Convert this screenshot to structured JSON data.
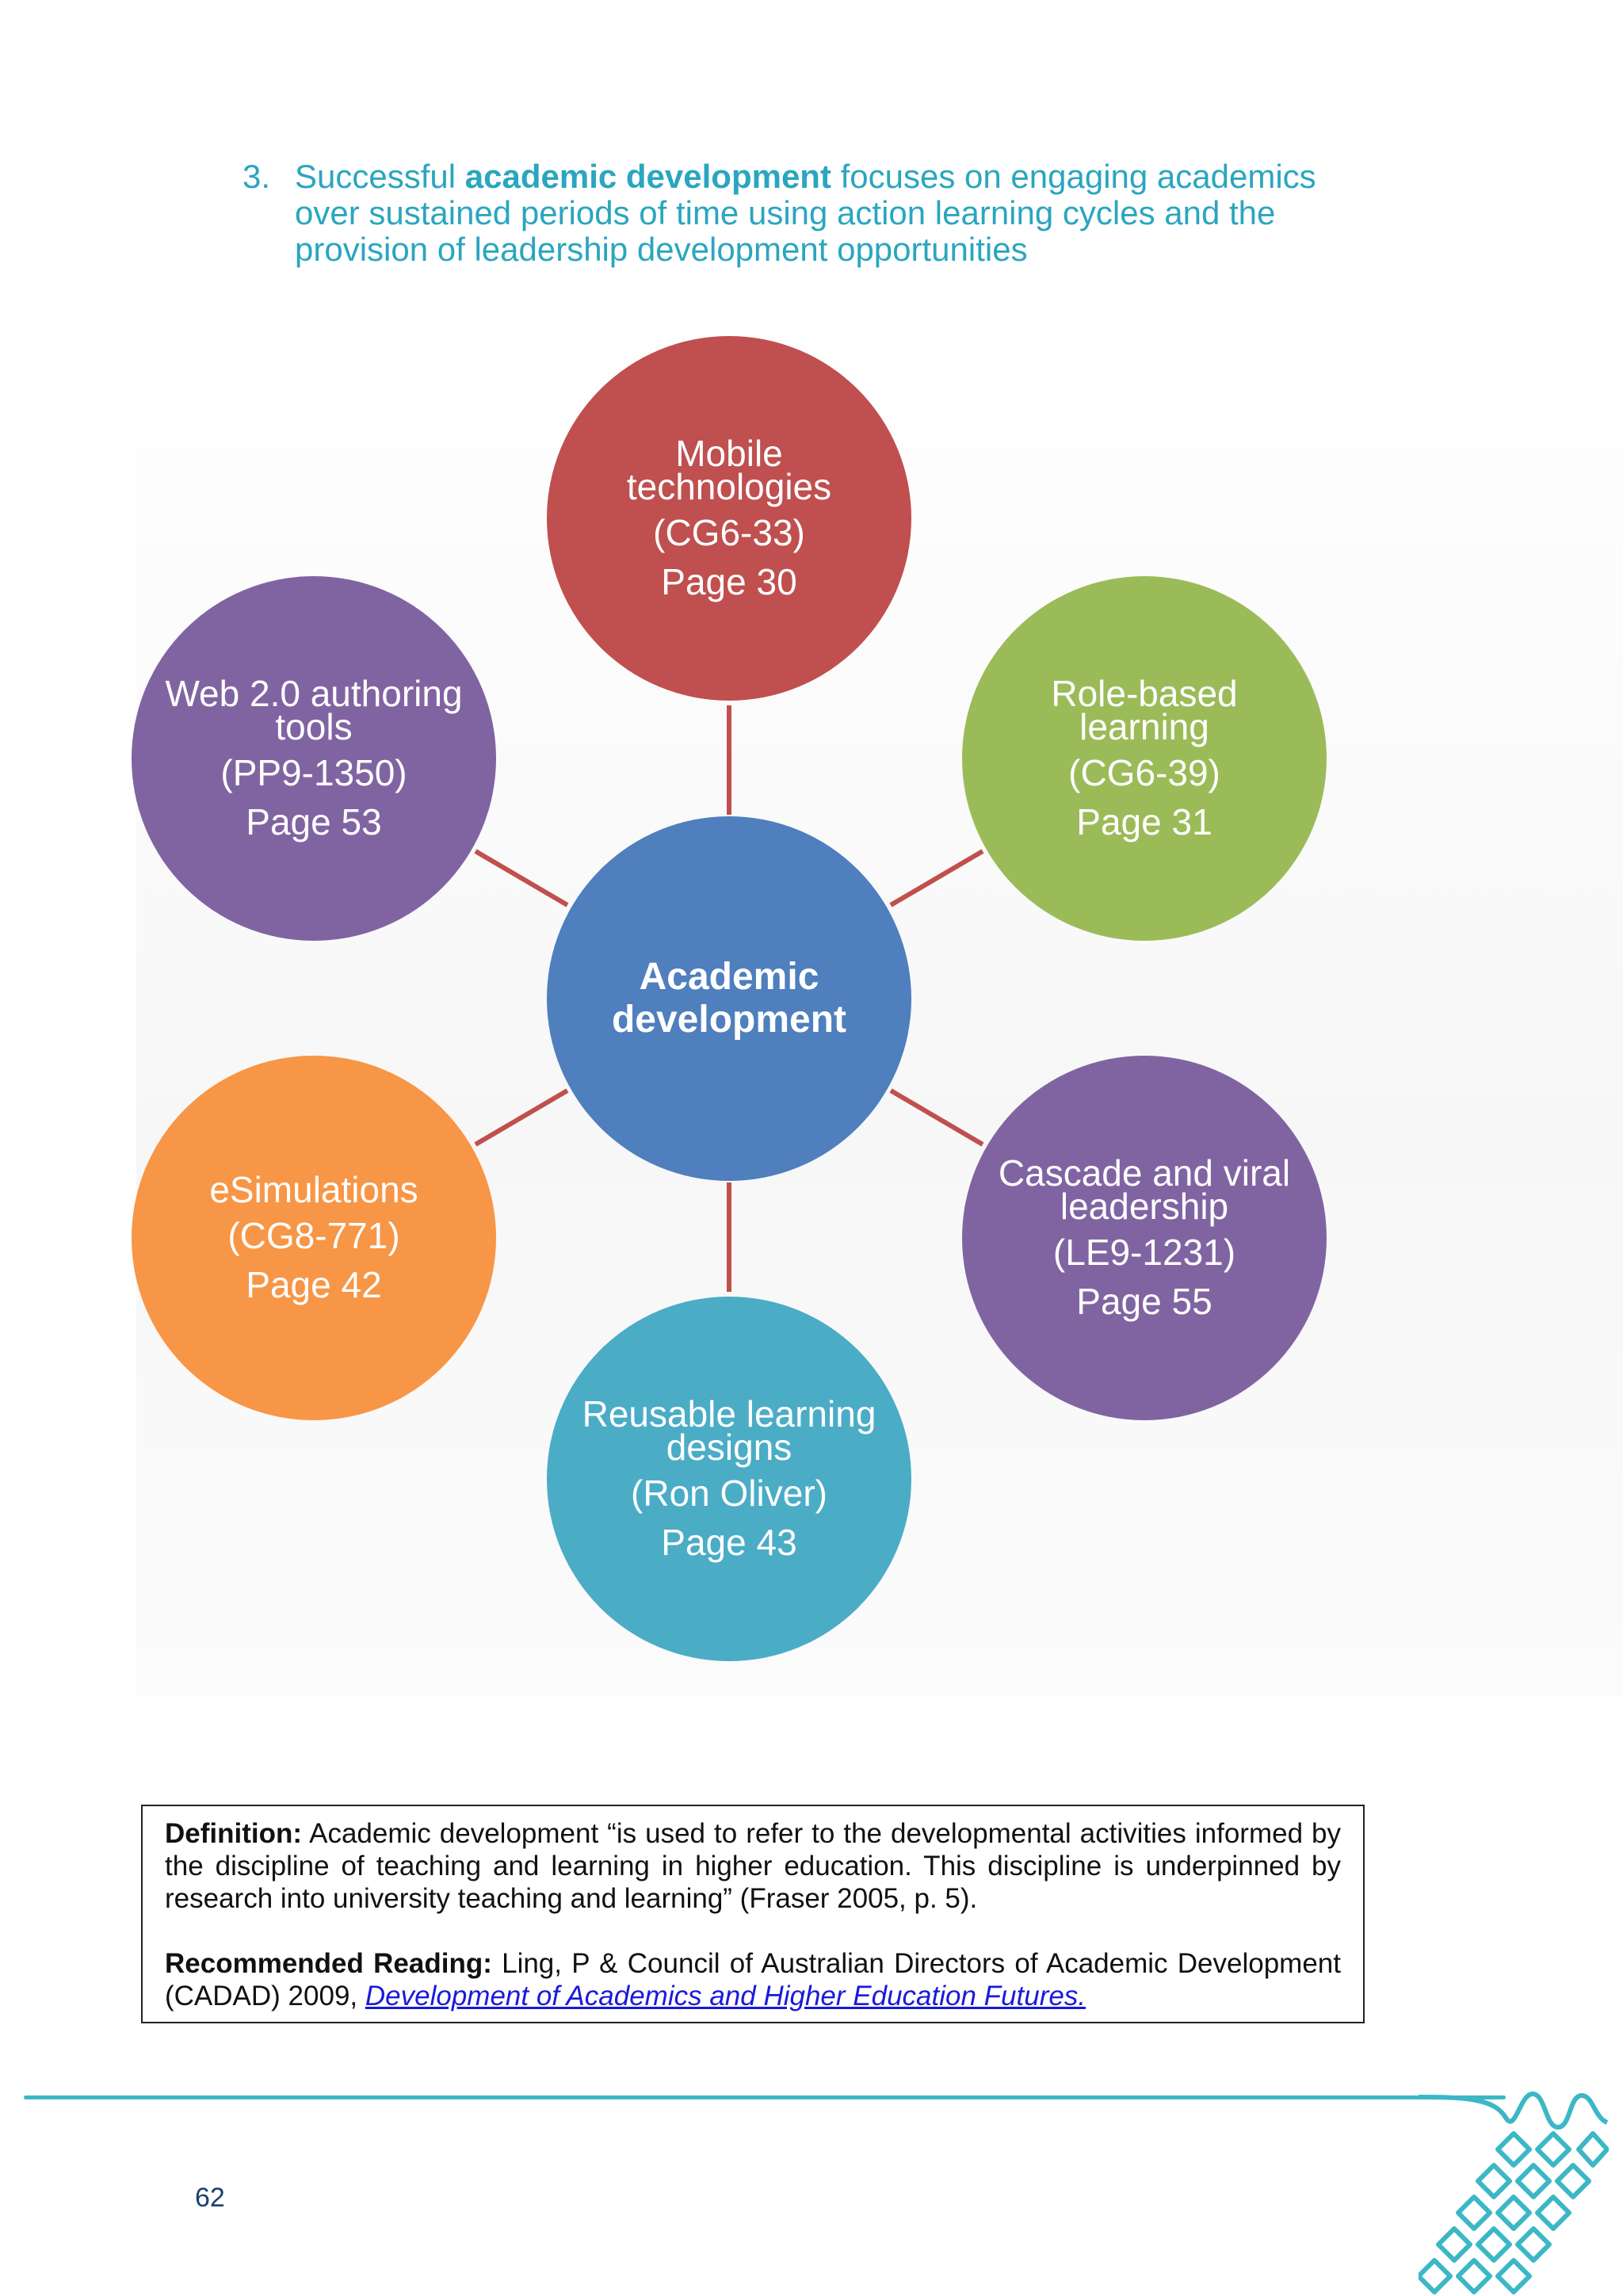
{
  "heading": {
    "number": "3.",
    "before": "Successful ",
    "bold": "academic development",
    "after": " focuses on engaging academics over sustained periods of time using action learning cycles and the provision of leadership development opportunities"
  },
  "diagram": {
    "center": {
      "title": "Academic development",
      "color": "#4f7fbd"
    },
    "nodes": [
      {
        "id": "mobile",
        "title": "Mobile technologies",
        "code": "(CG6-33)",
        "page": "Page 30",
        "color": "#c04f4f"
      },
      {
        "id": "role",
        "title": "Role-based learning",
        "code": "(CG6-39)",
        "page": "Page 31",
        "color": "#9bbb59"
      },
      {
        "id": "cascade",
        "title": "Cascade and viral leadership",
        "code": "(LE9-1231)",
        "page": "Page 55",
        "color": "#8064a2"
      },
      {
        "id": "reusable",
        "title": "Reusable learning designs",
        "code": "(Ron Oliver)",
        "page": "Page 43",
        "color": "#4bacc6"
      },
      {
        "id": "esim",
        "title": "eSimulations",
        "code": "(CG8-771)",
        "page": "Page 42",
        "color": "#f79646"
      },
      {
        "id": "web",
        "title": "Web 2.0 authoring tools",
        "code": "(PP9-1350)",
        "page": "Page 53",
        "color": "#8064a2"
      }
    ],
    "connector_color": "#c0504d"
  },
  "definition": {
    "label": "Definition:",
    "text": " Academic development “is used to refer to the developmental activities informed by the discipline of teaching and learning in higher education. This discipline is underpinned by research into university teaching and learning” (Fraser 2005, p. 5).",
    "reading_label": "Recommended Reading:",
    "reading_text": " Ling, P & Council of Australian Directors of Academic Development (CADAD) 2009, ",
    "reading_link": "Development of Academics and Higher Education Futures."
  },
  "footer": {
    "page_number": "62",
    "accent_color": "#3cb7c6"
  }
}
